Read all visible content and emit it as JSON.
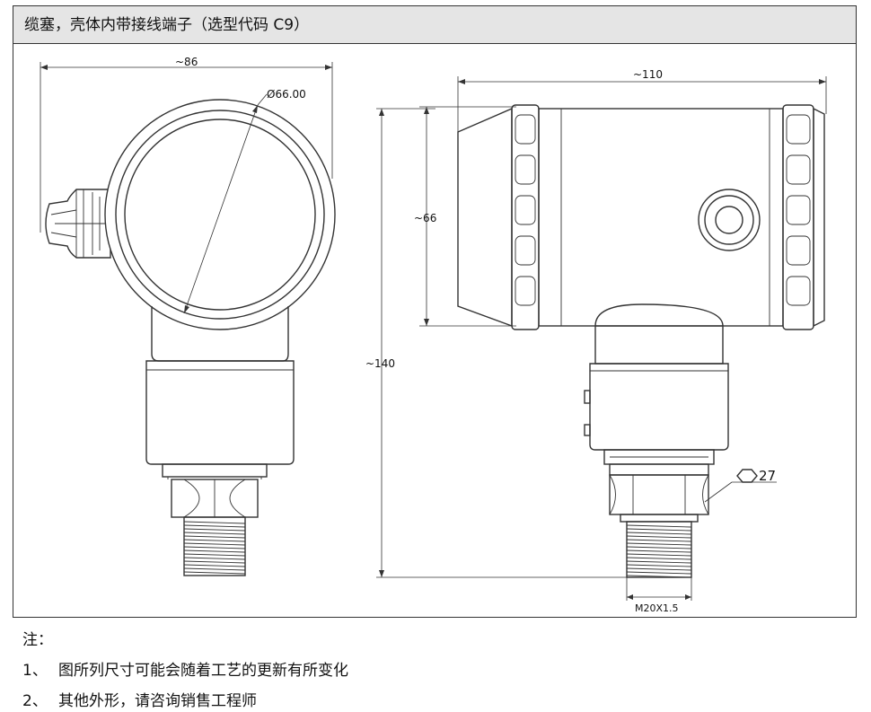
{
  "header": {
    "title": "缆塞，壳体内带接线端子（选型代码 C9）"
  },
  "dimensions": {
    "width_front": "~86",
    "diameter": "Ø66.00",
    "width_side": "~110",
    "height_body": "~66",
    "height_total": "~140",
    "hex_size": "27",
    "thread": "M20X1.5"
  },
  "notes": {
    "title": "注：",
    "items": [
      {
        "num": "1、",
        "text": "图所列尺寸可能会随着工艺的更新有所变化"
      },
      {
        "num": "2、",
        "text": "其他外形，请咨询销售工程师"
      }
    ]
  }
}
